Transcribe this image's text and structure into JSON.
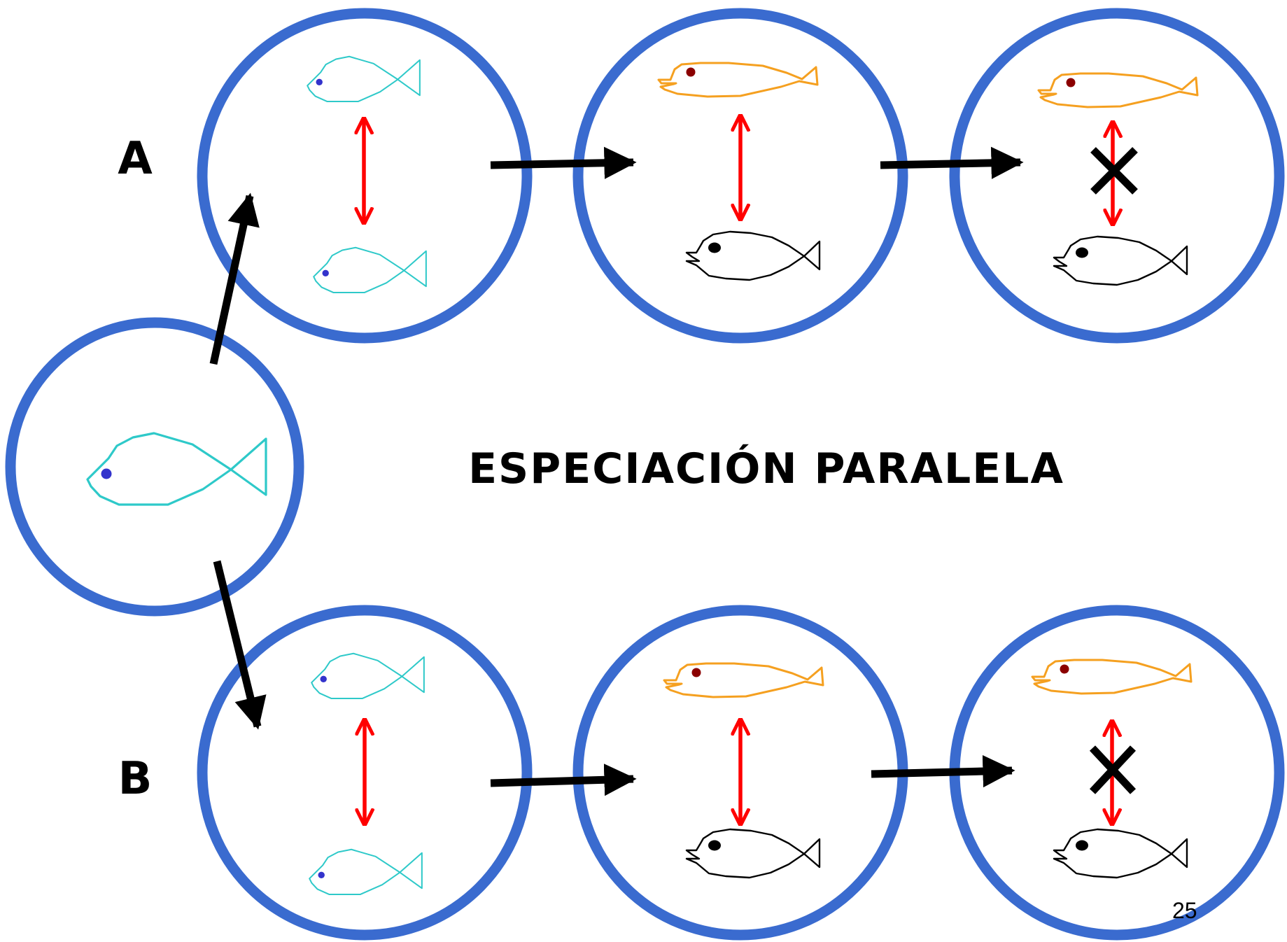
{
  "title": "ESPECIACIÓN PARALELA",
  "row_labels": {
    "a": "A",
    "b": "B"
  },
  "page_number": "25",
  "colors": {
    "circle": "#3a6bcf",
    "ancestral_fish": "#2ec9c9",
    "ancestral_eye": "#3333cc",
    "orange_fish": "#f5a020",
    "orange_eye": "#8b0000",
    "black_fish": "#000000",
    "interbreeding_arrow": "#ff0000",
    "flow_arrow": "#000000",
    "blocked_mark": "#000000"
  },
  "populations": {
    "ancestral": {
      "fish": [
        "ancestral-fish"
      ]
    },
    "row_a": [
      {
        "stage": 1,
        "fish": [
          "ancestral-fish",
          "ancestral-fish"
        ],
        "interbreeding": "yes"
      },
      {
        "stage": 2,
        "fish": [
          "orange-fish",
          "black-fish"
        ],
        "interbreeding": "yes"
      },
      {
        "stage": 3,
        "fish": [
          "orange-fish",
          "black-fish"
        ],
        "interbreeding": "no"
      }
    ],
    "row_b": [
      {
        "stage": 1,
        "fish": [
          "ancestral-fish",
          "ancestral-fish"
        ],
        "interbreeding": "yes"
      },
      {
        "stage": 2,
        "fish": [
          "orange-fish",
          "black-fish"
        ],
        "interbreeding": "yes"
      },
      {
        "stage": 3,
        "fish": [
          "orange-fish",
          "black-fish"
        ],
        "interbreeding": "no"
      }
    ]
  }
}
